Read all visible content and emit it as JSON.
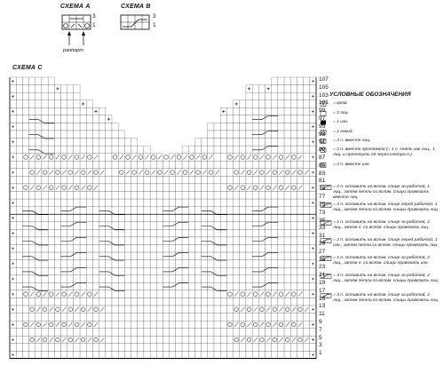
{
  "schemes": {
    "a": {
      "title": "СХЕМА A",
      "rows": [
        "3",
        "1"
      ],
      "repeat_label": "раппорт"
    },
    "b": {
      "title": "СХЕМА B",
      "rows": [
        "3",
        "1"
      ]
    },
    "c": {
      "title": "СХЕМА C"
    }
  },
  "row_numbers": [
    "107",
    "105",
    "103",
    "101",
    "99",
    "97",
    "95",
    "93",
    "91",
    "89",
    "87",
    "85",
    "83",
    "81",
    "79",
    "77",
    "75",
    "73",
    "35",
    "33",
    "31",
    "29",
    "27",
    "25",
    "23",
    "21",
    "19",
    "17",
    "15",
    "13",
    "11",
    "9",
    "7",
    "5",
    "3",
    "1"
  ],
  "legend": {
    "title": "УСЛОВНЫЕ ОБОЗНАЧЕНИЯ",
    "items": [
      {
        "icon": "plus-box-icon",
        "text": "= кром."
      },
      {
        "icon": "empty-box-icon",
        "text": "= 1 лиц."
      },
      {
        "icon": "filled-box-icon",
        "text": "= 1 изн."
      },
      {
        "icon": "circle-box-icon",
        "text": "= 1 накид"
      },
      {
        "icon": "right-slant-icon",
        "text": "= 2 п. вместе лиц."
      },
      {
        "icon": "left-slant-icon",
        "text": "= 2 п. вместе протяжкой (= 1 п. снять как лиц., 1 лиц. и протянуть её через снятую п.)"
      },
      {
        "icon": "dash-box-icon",
        "text": "= 2 п. вместе изн."
      },
      {
        "icon": "cable-2-2-right-icon",
        "text": "= 2 п. оставить на вспом. спице за работой, 1 лиц., затем петли со вспом. спицы провязать вместе лиц."
      },
      {
        "icon": "cable-2-1-left-icon",
        "text": "= 2 п. оставить на вспом. спице перед работой, 1 лиц., затем петли со вспом. спицы провязать лиц."
      },
      {
        "icon": "cable-1-2-right-icon",
        "text": "= 1 п. оставить на вспом. спице за работой, 2 лиц., затем п. со вспом. спицы провязать лиц."
      },
      {
        "icon": "cable-2-1-purl-icon",
        "text": "= 2 п. оставить на вспом. спице перед работой, 1 изн., затем петли со вспом. спицы провязать лиц."
      },
      {
        "icon": "cable-1-2-purl-icon",
        "text": "= 1 п. оставить на вспом. спице за работой, 2 лиц., затем п. со вспом. спицы провязать изн."
      },
      {
        "icon": "cable-3-3-icon",
        "text": "= 3 п. оставить на вспом. спице за работой, 2 лиц., затем петли со вспом. спицы провязать лиц."
      },
      {
        "icon": "cable-3-2-icon",
        "text": "= 3 п. оставить на вспом. спице за работой, 2 лиц., затем петли со вспом. спицы провязать лиц."
      }
    ]
  }
}
